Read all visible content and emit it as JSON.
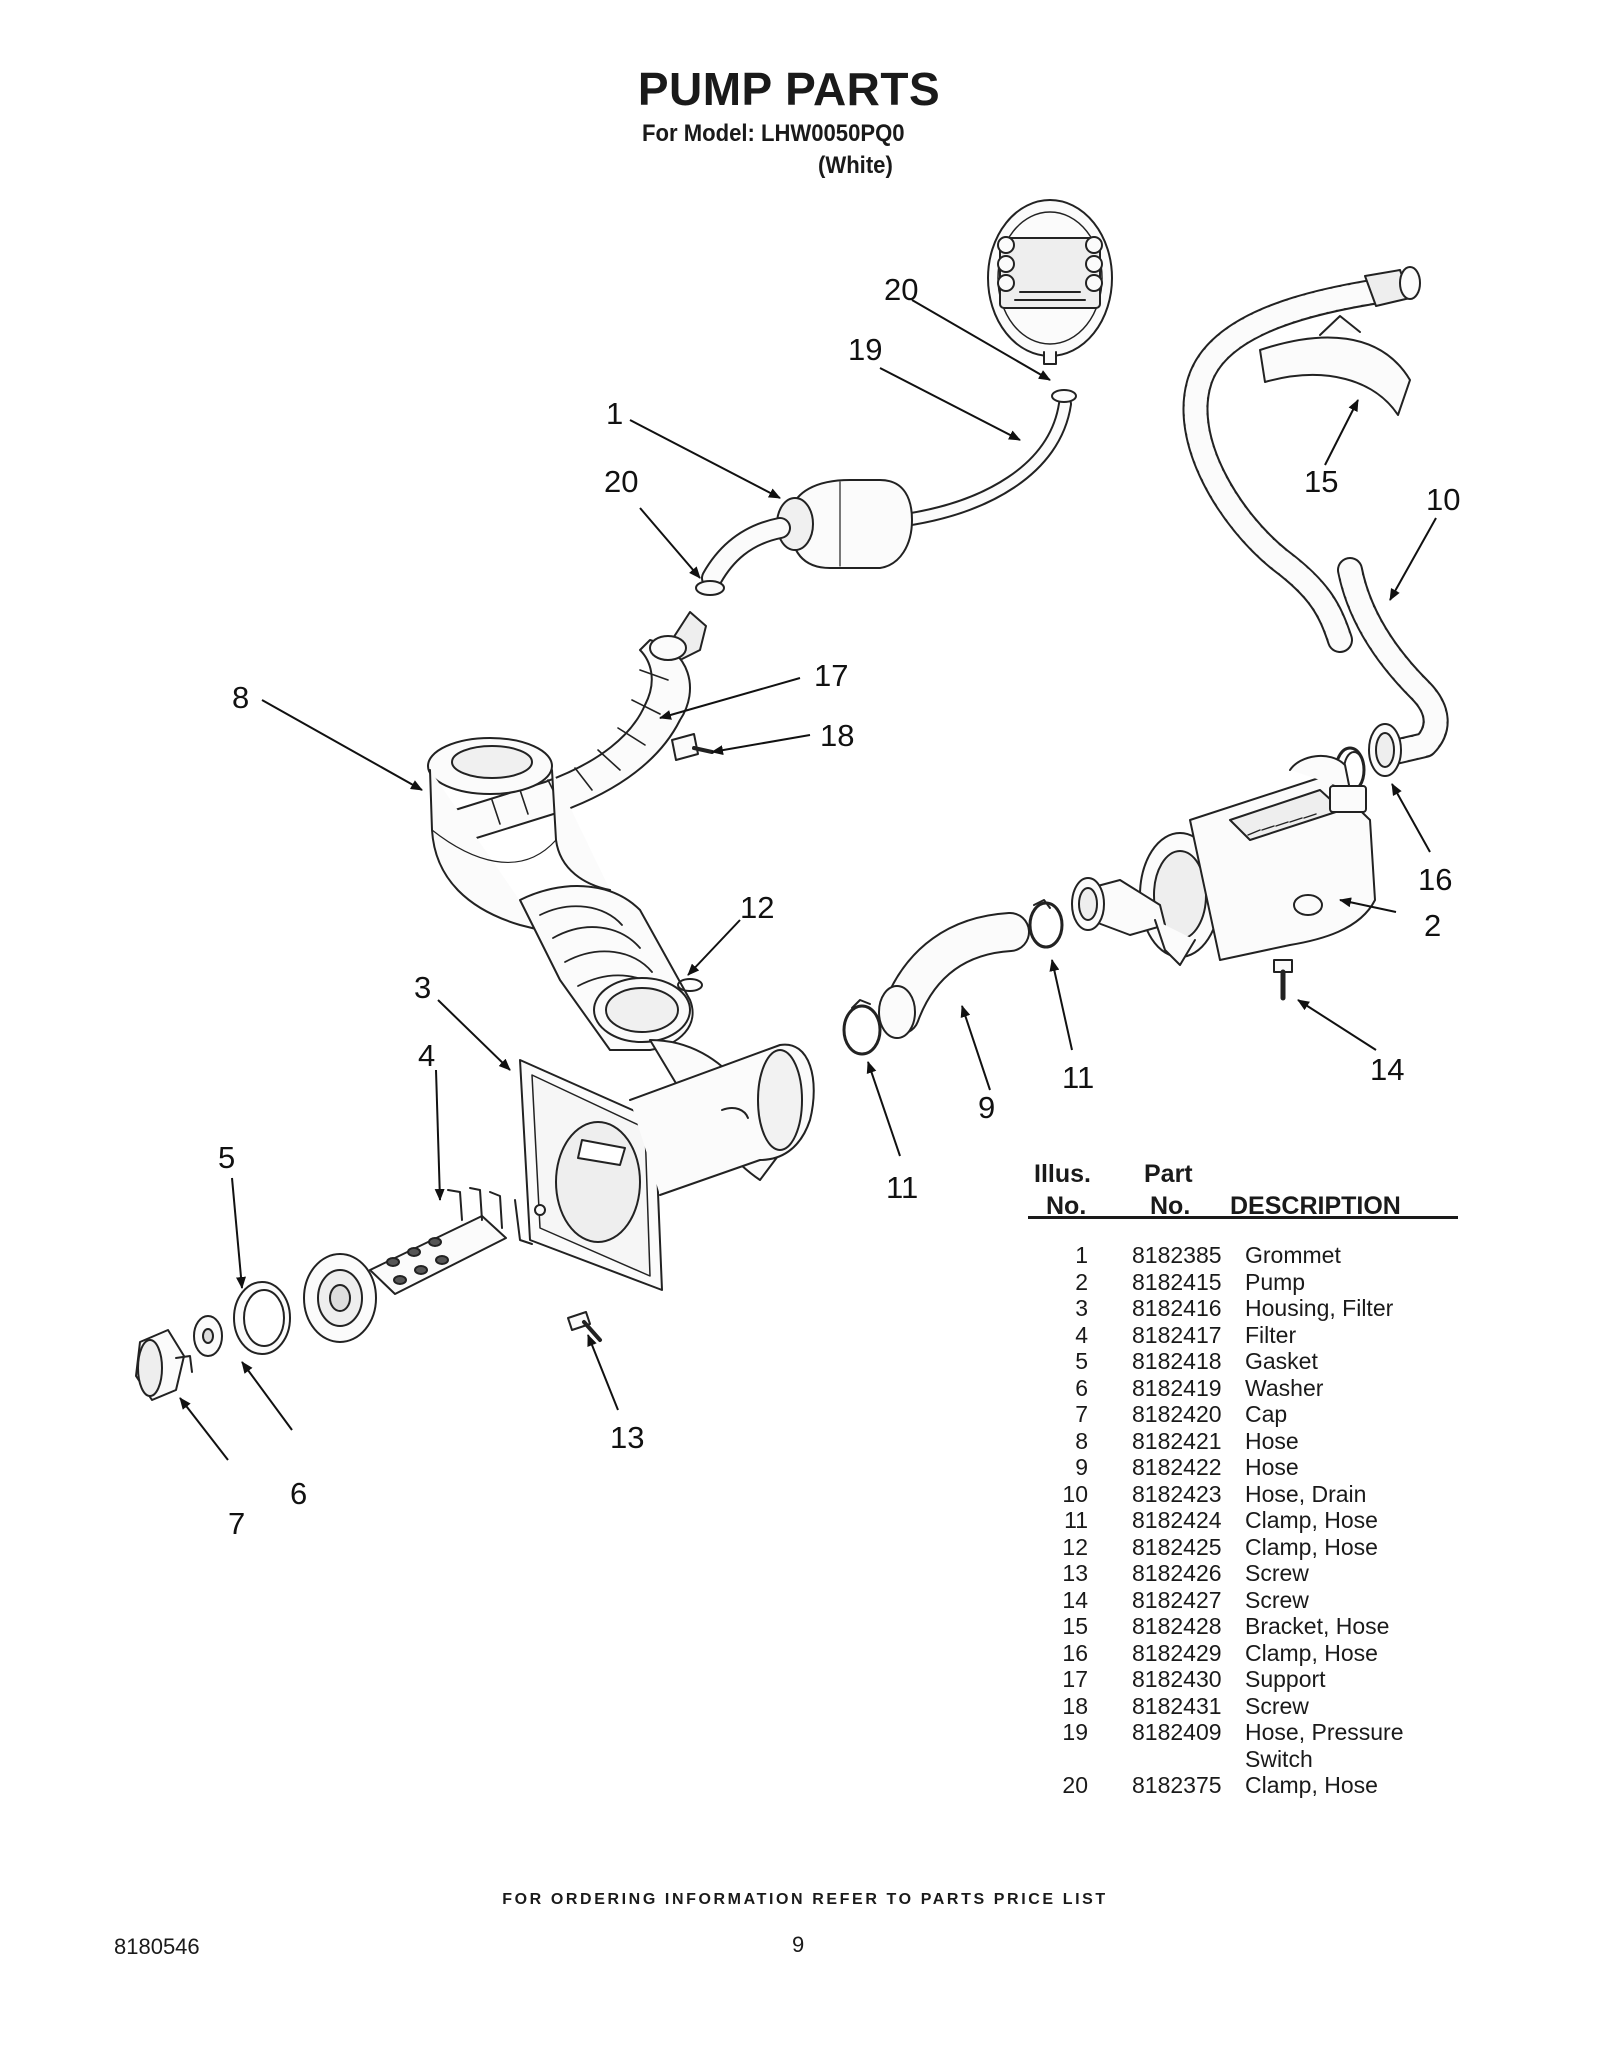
{
  "header": {
    "title": "PUMP PARTS",
    "model_line": "For Model: LHW0050PQ0",
    "color_line": "(White)"
  },
  "callouts": [
    "20",
    "19",
    "1",
    "20",
    "8",
    "17",
    "18",
    "12",
    "3",
    "4",
    "5",
    "6",
    "7",
    "13",
    "15",
    "10",
    "16",
    "2",
    "14",
    "11",
    "9",
    "11"
  ],
  "table": {
    "head_illus": "Illus.",
    "head_part": "Part",
    "head_no1": "No.",
    "head_no2": "No.",
    "head_desc": "DESCRIPTION",
    "rows": [
      {
        "no": "1",
        "part": "8182385",
        "desc": "Grommet"
      },
      {
        "no": "2",
        "part": "8182415",
        "desc": "Pump"
      },
      {
        "no": "3",
        "part": "8182416",
        "desc": "Housing, Filter"
      },
      {
        "no": "4",
        "part": "8182417",
        "desc": "Filter"
      },
      {
        "no": "5",
        "part": "8182418",
        "desc": "Gasket"
      },
      {
        "no": "6",
        "part": "8182419",
        "desc": "Washer"
      },
      {
        "no": "7",
        "part": "8182420",
        "desc": "Cap"
      },
      {
        "no": "8",
        "part": "8182421",
        "desc": "Hose"
      },
      {
        "no": "9",
        "part": "8182422",
        "desc": "Hose"
      },
      {
        "no": "10",
        "part": "8182423",
        "desc": "Hose, Drain"
      },
      {
        "no": "11",
        "part": "8182424",
        "desc": "Clamp, Hose"
      },
      {
        "no": "12",
        "part": "8182425",
        "desc": "Clamp, Hose"
      },
      {
        "no": "13",
        "part": "8182426",
        "desc": "Screw"
      },
      {
        "no": "14",
        "part": "8182427",
        "desc": "Screw"
      },
      {
        "no": "15",
        "part": "8182428",
        "desc": "Bracket, Hose"
      },
      {
        "no": "16",
        "part": "8182429",
        "desc": "Clamp, Hose"
      },
      {
        "no": "17",
        "part": "8182430",
        "desc": "Support"
      },
      {
        "no": "18",
        "part": "8182431",
        "desc": "Screw"
      },
      {
        "no": "19",
        "part": "8182409",
        "desc": "Hose, Pressure"
      },
      {
        "no": "",
        "part": "",
        "desc": "Switch"
      },
      {
        "no": "20",
        "part": "8182375",
        "desc": "Clamp, Hose"
      }
    ]
  },
  "footer": {
    "ordering": "FOR ORDERING INFORMATION REFER TO PARTS PRICE LIST",
    "doc_number": "8180546",
    "page": "9"
  }
}
